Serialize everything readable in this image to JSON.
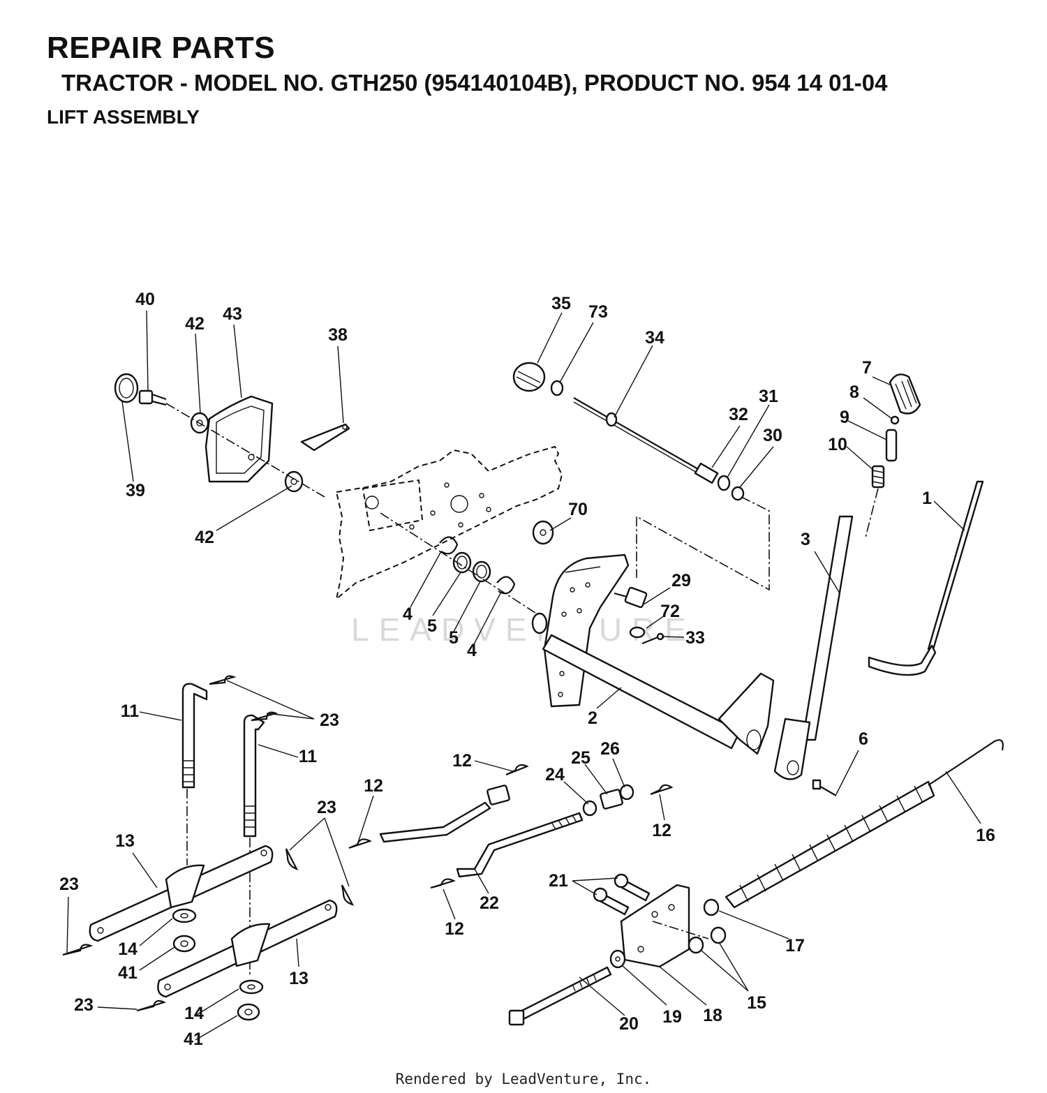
{
  "header": {
    "title": "REPAIR PARTS",
    "subtitle": "TRACTOR - MODEL NO. GTH250 (954140104B), PRODUCT NO. 954 14 01-04",
    "section": "LIFT ASSEMBLY"
  },
  "watermark": "LEADVENTURE",
  "footer": "Rendered by LeadVenture, Inc.",
  "callouts": {
    "c40": "40",
    "c42a": "42",
    "c43": "43",
    "c38": "38",
    "c39": "39",
    "c42b": "42",
    "c35": "35",
    "c73": "73",
    "c34": "34",
    "c31": "31",
    "c32": "32",
    "c30": "30",
    "c7": "7",
    "c8": "8",
    "c9": "9",
    "c10": "10",
    "c1": "1",
    "c3": "3",
    "c70": "70",
    "c29": "29",
    "c72": "72",
    "c33": "33",
    "c4a": "4",
    "c5a": "5",
    "c5b": "5",
    "c4b": "4",
    "c2": "2",
    "c6": "6",
    "c11a": "11",
    "c23a": "23",
    "c11b": "11",
    "c12a": "12",
    "c12b": "12",
    "c23b": "23",
    "c24": "24",
    "c25": "25",
    "c26": "26",
    "c12c": "12",
    "c16": "16",
    "c13a": "13",
    "c23c": "23",
    "c21": "21",
    "c22": "22",
    "c12d": "12",
    "c17": "17",
    "c14a": "14",
    "c41a": "41",
    "c13b": "13",
    "c23d": "23",
    "c14b": "14",
    "c41b": "41",
    "c15": "15",
    "c20": "20",
    "c19": "19",
    "c18": "18"
  }
}
